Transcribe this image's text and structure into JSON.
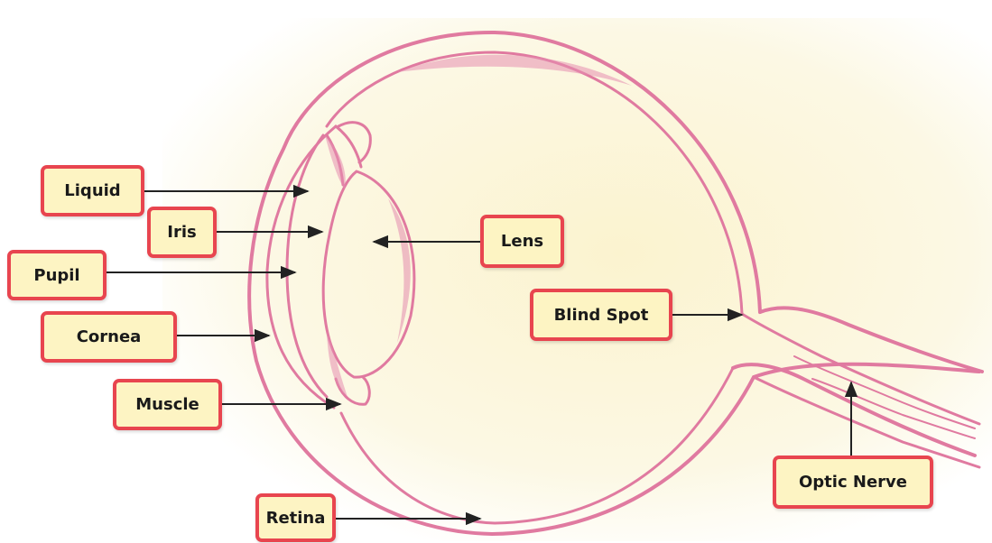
{
  "labels": {
    "liquid": "Liquid",
    "iris": "Iris",
    "pupil": "Pupil",
    "cornea": "Cornea",
    "muscle": "Muscle",
    "retina": "Retina",
    "lens": "Lens",
    "blind_spot": "Blind Spot",
    "optic_nerve": "Optic Nerve"
  },
  "colors": {
    "eye_outline": "#e07aa0",
    "label_border": "#e8454f",
    "label_fill": "#fdf4c3",
    "background_glow": "#fbf6d5",
    "arrow": "#222222"
  }
}
